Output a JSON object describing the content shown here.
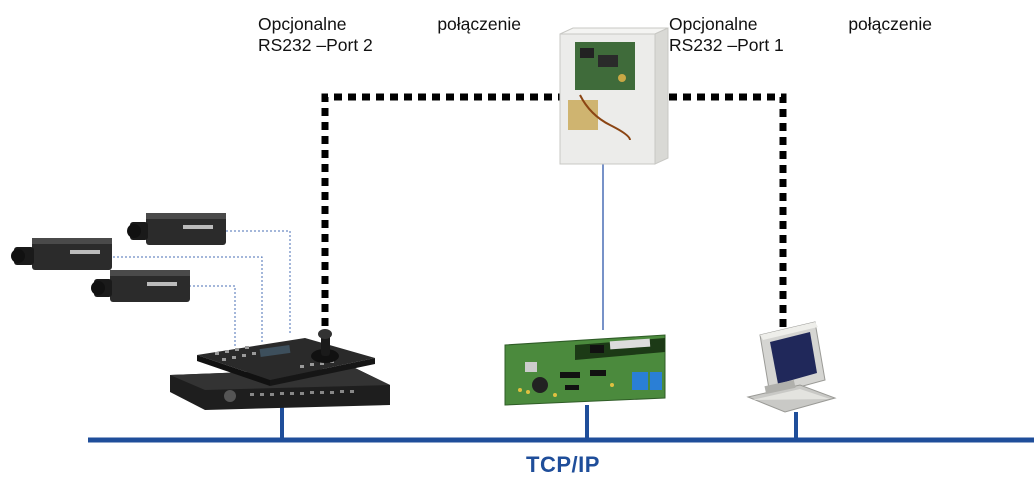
{
  "labels": {
    "port2": {
      "word1": "Opcjonalne",
      "word2": "połączenie",
      "line2": "RS232 –Port 2"
    },
    "port1": {
      "word1": "Opcjonalne",
      "word2": "połączenie",
      "line2": "RS232 –Port 1"
    }
  },
  "network": {
    "label": "TCP/IP"
  },
  "colors": {
    "bus": "#1f4e9a",
    "thin_link": "#4a6fb5",
    "rs232_dotted": "#000000"
  },
  "devices": {
    "cameras": "camera-icon",
    "dvr": "dvr-icon",
    "keyboard": "control-keyboard-icon",
    "panel": "alarm-panel-icon",
    "module": "interface-board-icon",
    "pc": "computer-icon"
  }
}
